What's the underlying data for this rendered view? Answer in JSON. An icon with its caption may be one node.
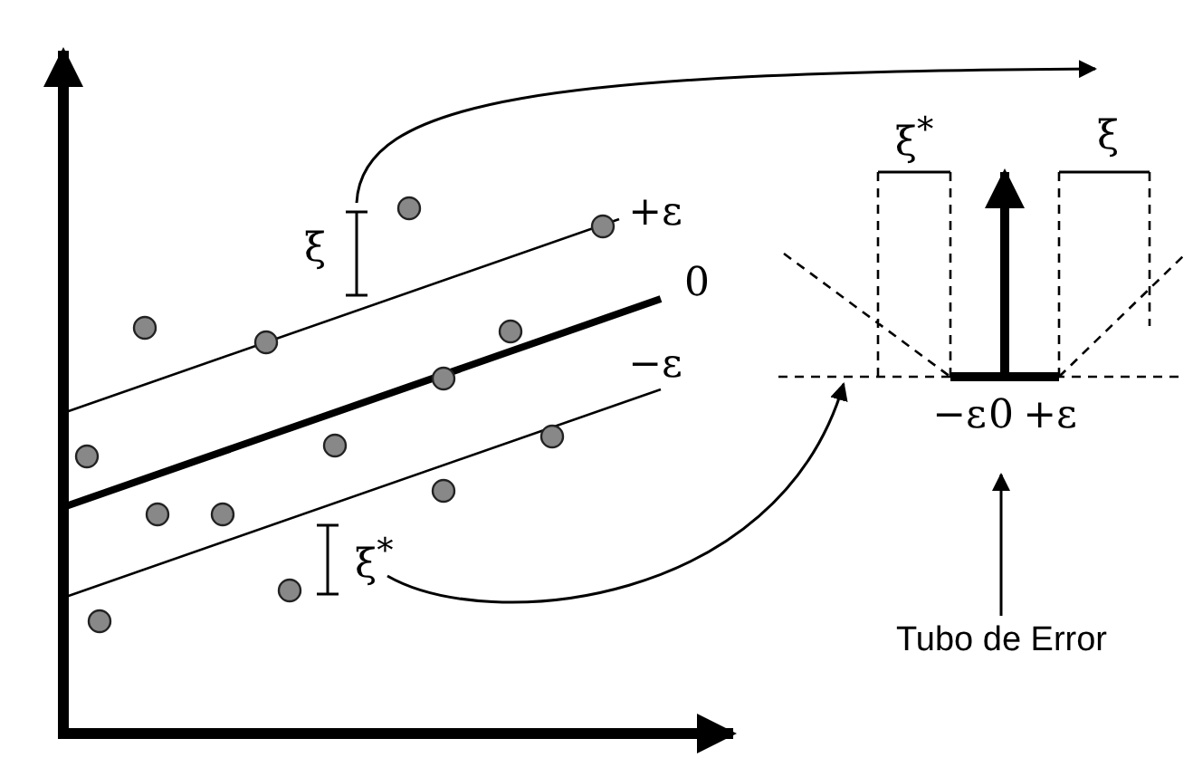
{
  "diagram": {
    "nodes": [
      {
        "text": [
          "ξ"
        ]
      },
      {
        "text": [
          "ξ$^{*}$"
        ]
      },
      {
        "text": [
          "Tubo de Error"
        ]
      },
      {
        "text": [],
        "shape": "picture"
      }
    ],
    "edges": [
      {
        "from": 0,
        "to": null,
        "arrow": "to"
      },
      {
        "from": 1,
        "to": 3,
        "arrow": "to"
      },
      {
        "from": 2,
        "to": null,
        "arrow": "to"
      }
    ],
    "labels": [
      "+ε",
      "0",
      "−ε",
      "ξ$^{*}$",
      "ξ",
      "−ε",
      "0",
      "+ε"
    ]
  }
}
